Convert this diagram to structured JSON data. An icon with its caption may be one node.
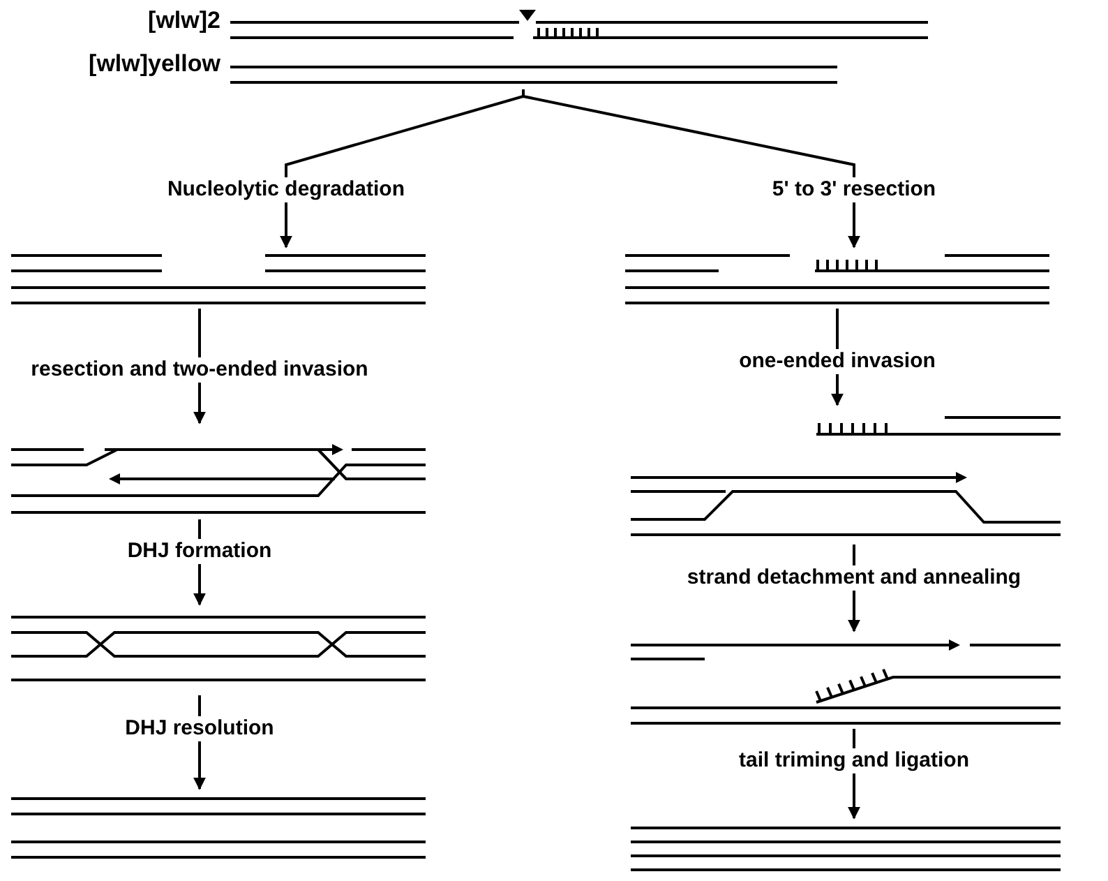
{
  "diagram": {
    "nodes": [
      {
        "text": [],
        "shape": "picture"
      },
      {
        "text": [
          "Nucleolytic degradation"
        ]
      },
      {
        "text": [
          "5' to 3' resection"
        ]
      },
      {
        "text": [],
        "shape": "picture"
      },
      {
        "text": [],
        "shape": "picture"
      },
      {
        "text": [
          "resection and two-ended invasion"
        ]
      },
      {
        "text": [
          "one-ended invasion"
        ]
      },
      {
        "text": [],
        "shape": "picture"
      },
      {
        "text": [],
        "shape": "picture"
      },
      {
        "text": [
          "DHJ formation"
        ]
      },
      {
        "text": [
          "strand detachment and annealing"
        ]
      },
      {
        "text": [],
        "shape": "picture"
      },
      {
        "text": [],
        "shape": "picture"
      },
      {
        "text": [
          "DHJ resolution"
        ]
      },
      {
        "text": [
          "tail triming and ligation"
        ]
      },
      {
        "text": [],
        "shape": "picture"
      },
      {
        "text": [],
        "shape": "picture"
      }
    ],
    "edges": [
      {
        "from": 0,
        "to": 1,
        "arrow": "none"
      },
      {
        "from": 0,
        "to": 2,
        "arrow": "none"
      },
      {
        "from": 1,
        "to": 3,
        "arrow": "to"
      },
      {
        "from": 2,
        "to": 4,
        "arrow": "to"
      },
      {
        "from": 3,
        "to": 5,
        "arrow": "none"
      },
      {
        "from": 4,
        "to": 6,
        "arrow": "none"
      },
      {
        "from": 5,
        "to": 7,
        "arrow": "to"
      },
      {
        "from": 6,
        "to": 8,
        "arrow": "to"
      },
      {
        "from": 7,
        "to": 9,
        "arrow": "none"
      },
      {
        "from": 8,
        "to": 10,
        "arrow": "none"
      },
      {
        "from": 9,
        "to": 11,
        "arrow": "to"
      },
      {
        "from": 10,
        "to": 12,
        "arrow": "to"
      },
      {
        "from": 11,
        "to": 13,
        "arrow": "none"
      },
      {
        "from": 12,
        "to": 14,
        "arrow": "none"
      },
      {
        "from": 13,
        "to": 15,
        "arrow": "to"
      },
      {
        "from": 14,
        "to": 16,
        "arrow": "to"
      }
    ],
    "labels": [
      "[wlw]2",
      "[wlw]yellow"
    ]
  }
}
